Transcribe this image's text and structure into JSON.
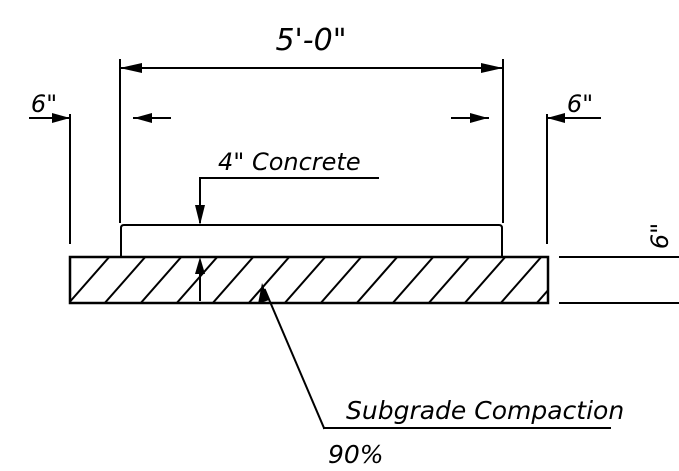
{
  "dimensions": {
    "overall_width": "5'-0\"",
    "left_offset": "6\"",
    "right_offset": "6\"",
    "side_thickness": "6\""
  },
  "labels": {
    "slab": "4\" Concrete",
    "subgrade_line1": "Subgrade Compaction",
    "subgrade_line2": "90%"
  },
  "colors": {
    "ink": "#000000",
    "paper": "#ffffff"
  }
}
